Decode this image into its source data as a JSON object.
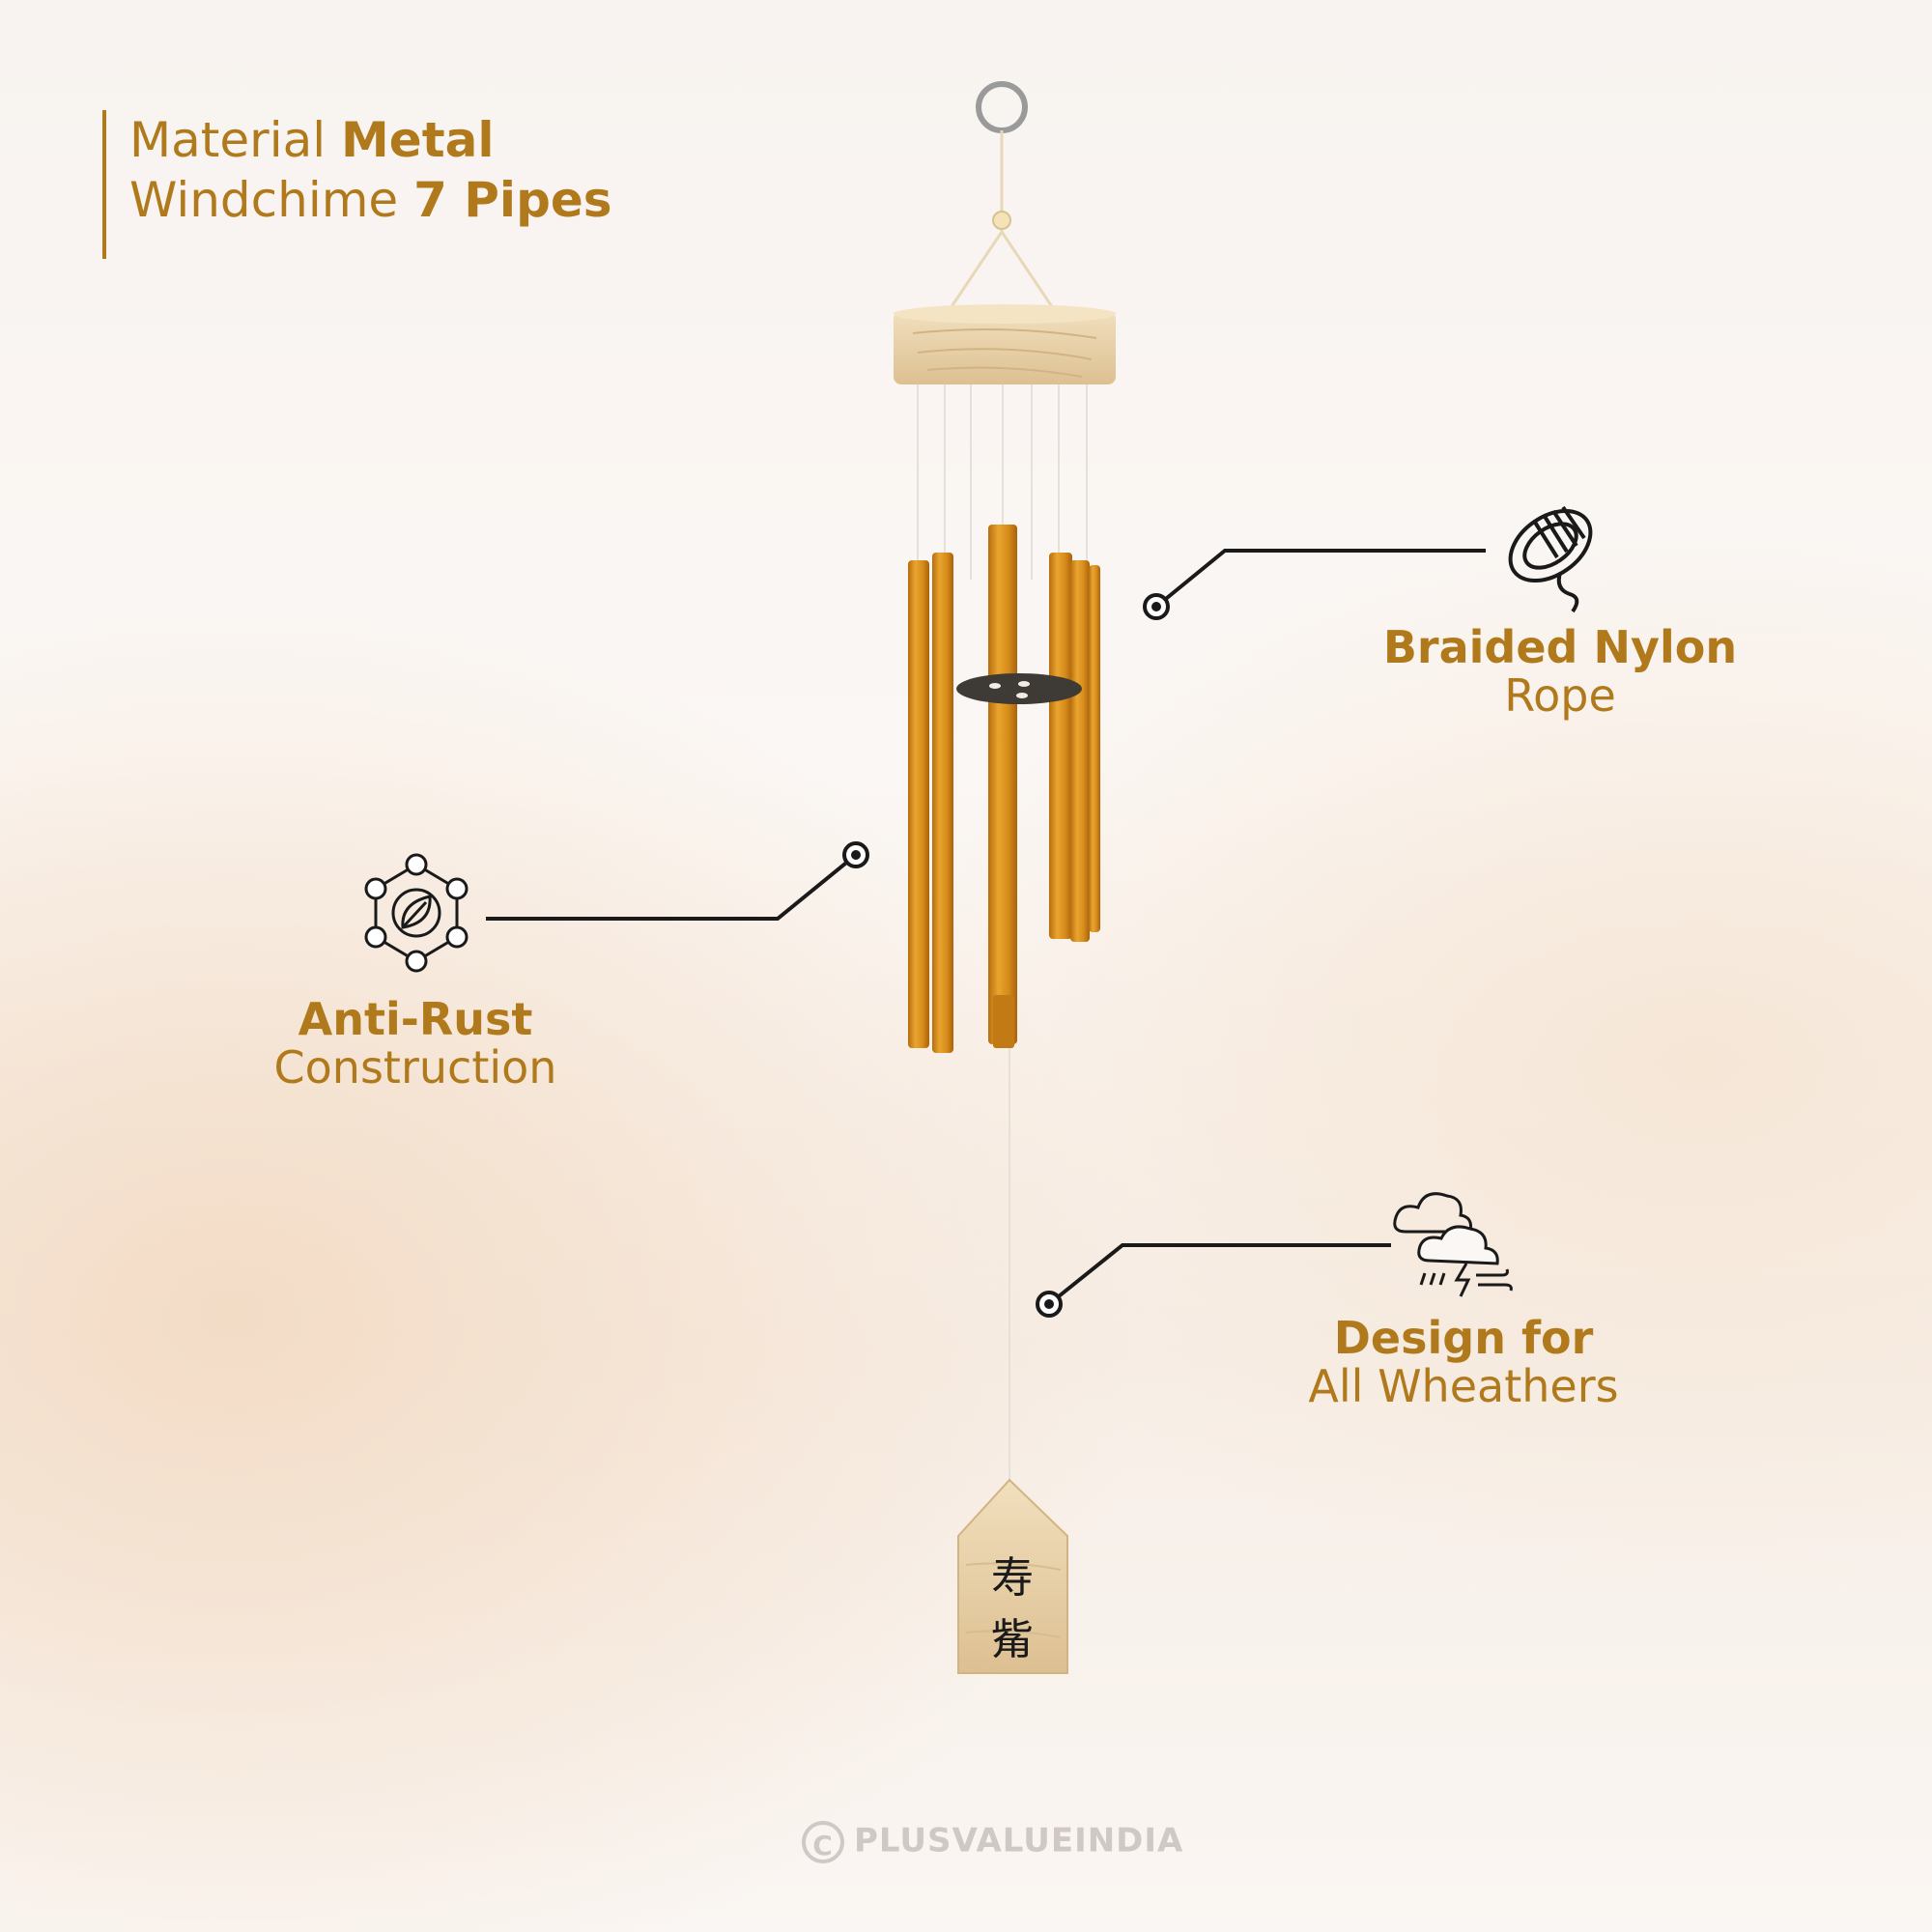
{
  "header": {
    "line1_light": "Material ",
    "line1_bold": "Metal",
    "line2_light": "Windchime ",
    "line2_bold": "7 Pipes"
  },
  "features": {
    "rope": {
      "bold": "Braided Nylon",
      "light": "Rope",
      "icon": "rope-coil-icon"
    },
    "rust": {
      "bold": "Anti-Rust",
      "light": "Construction",
      "icon": "leaf-hexagon-icon"
    },
    "weather": {
      "bold": "Design for",
      "light": "All Wheathers",
      "icon": "storm-cloud-icon"
    }
  },
  "product": {
    "pipe_color": "#d68b1a",
    "wood_color": "#ead3a8",
    "tag_chars": [
      "寿",
      "觜"
    ]
  },
  "watermark": {
    "symbol": "C",
    "text": "PLUSVALUEINDIA"
  },
  "accent_color": "#b07a1c"
}
